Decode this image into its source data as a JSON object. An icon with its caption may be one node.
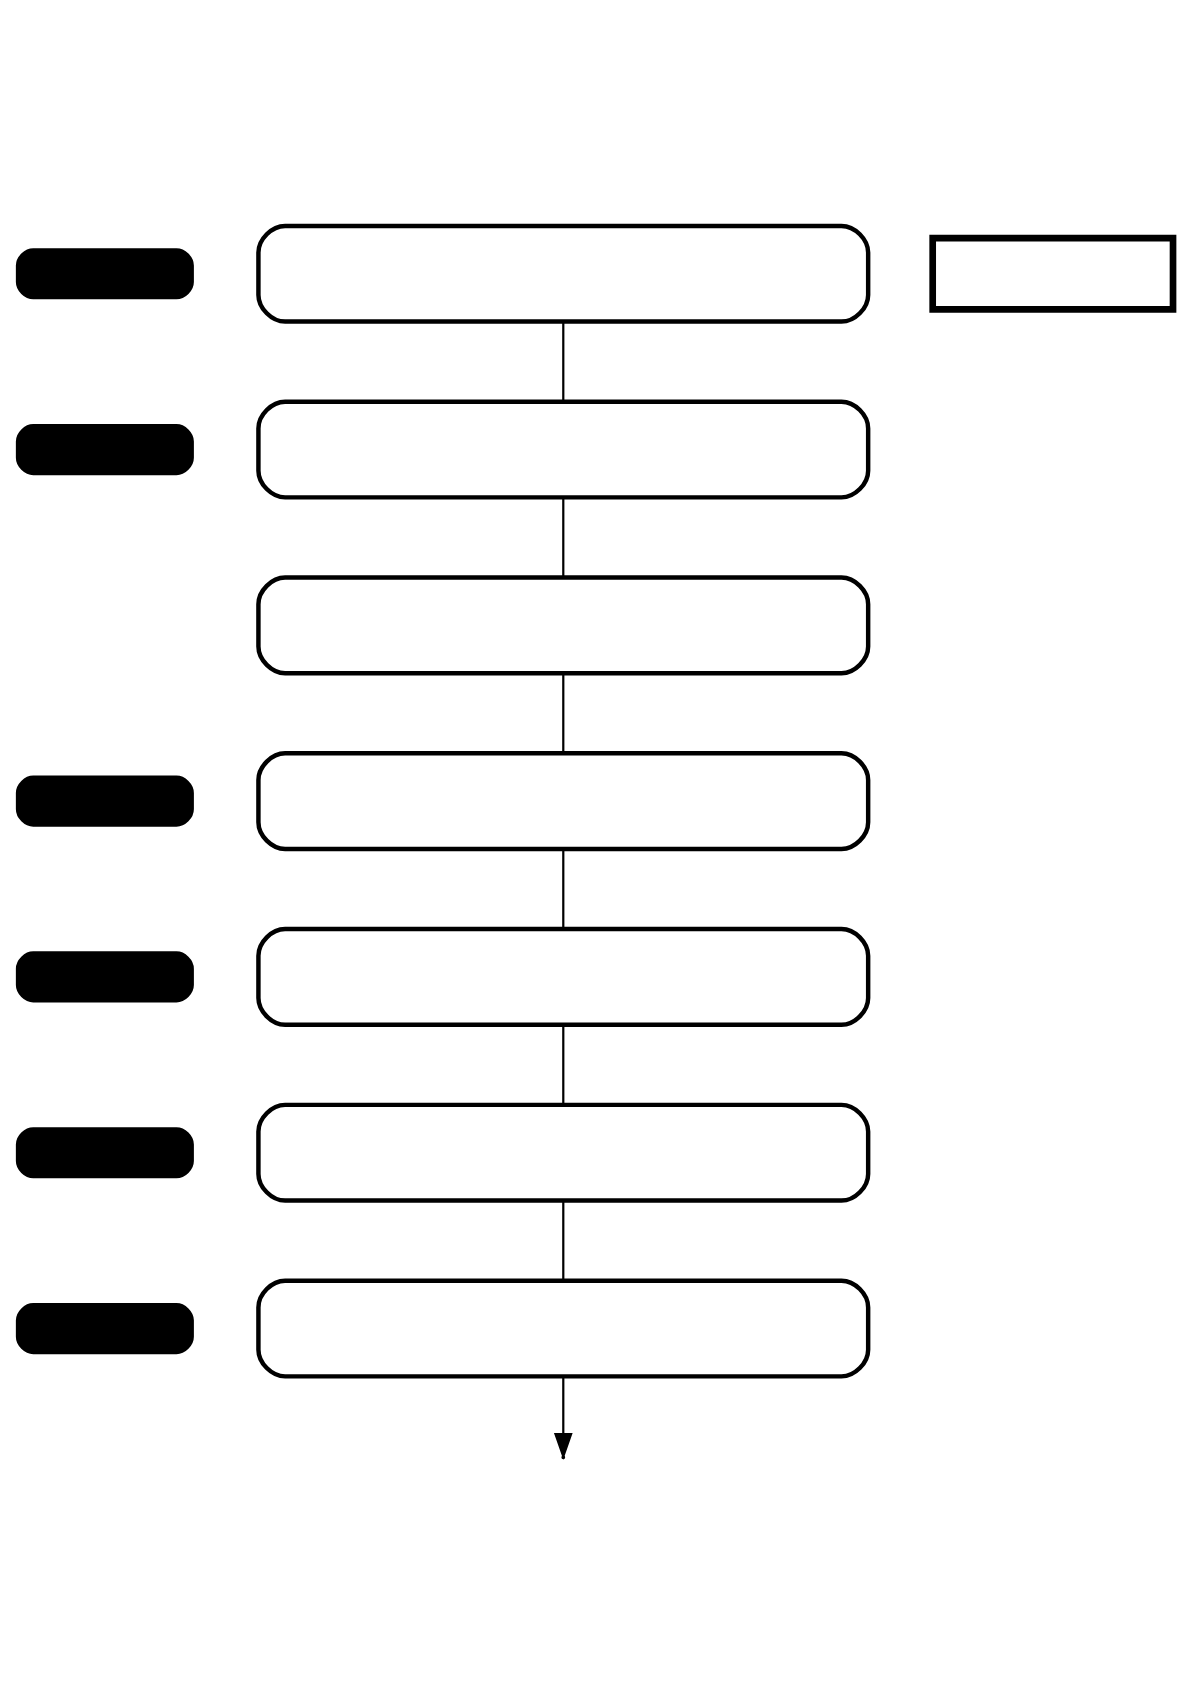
{
  "diagram": {
    "nodes": [
      {
        "text": [],
        "shape": "box"
      },
      {
        "text": [],
        "shape": "box"
      },
      {
        "text": [],
        "shape": "box"
      },
      {
        "text": [],
        "shape": "box"
      },
      {
        "text": [],
        "shape": "box"
      },
      {
        "text": [],
        "shape": "box"
      },
      {
        "text": [],
        "shape": "box"
      },
      {
        "text": [],
        "shape": "box"
      },
      {
        "text": [],
        "shape": "box"
      },
      {
        "text": [],
        "shape": "box"
      },
      {
        "text": [],
        "shape": "box"
      },
      {
        "text": [],
        "shape": "box"
      },
      {
        "text": [],
        "shape": "box"
      },
      {
        "text": [],
        "shape": "box"
      }
    ],
    "edges": [
      {
        "from": 1,
        "to": 3,
        "arrow": "none"
      },
      {
        "from": 3,
        "to": 4,
        "arrow": "none"
      },
      {
        "from": 4,
        "to": 6,
        "arrow": "none"
      },
      {
        "from": 6,
        "to": 8,
        "arrow": "none"
      },
      {
        "from": 8,
        "to": 10,
        "arrow": "none"
      },
      {
        "from": 10,
        "to": 12,
        "arrow": "none"
      },
      {
        "from": 12,
        "to": null,
        "arrow": "to"
      }
    ]
  }
}
